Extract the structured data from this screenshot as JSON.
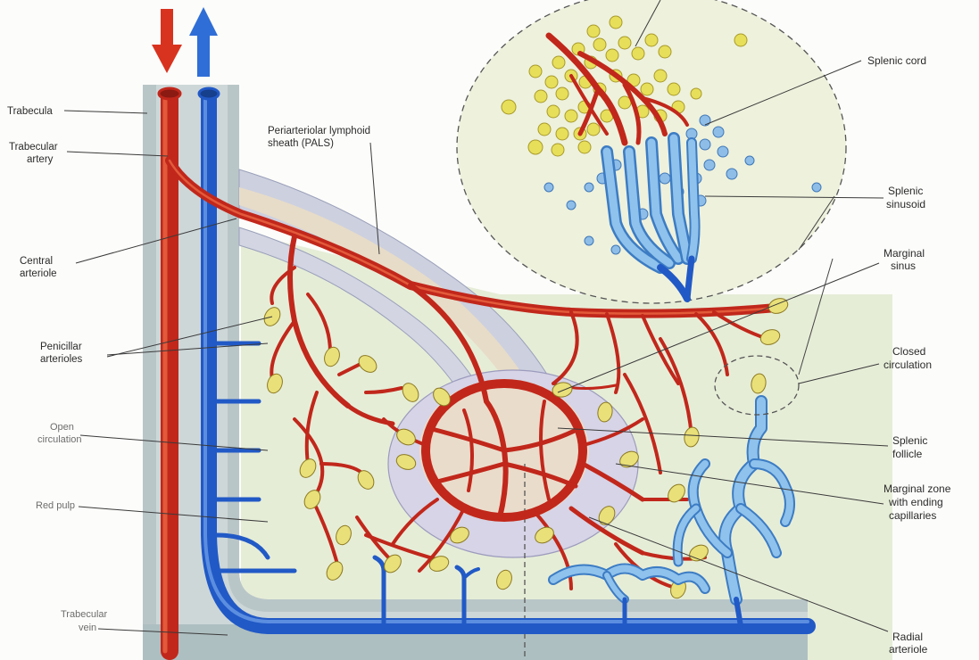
{
  "labels": {
    "trabecula": "Trabecula",
    "trabecular_artery_1": "Trabecular",
    "trabecular_artery_2": "artery",
    "pals_1": "Periarteriolar lymphoid",
    "pals_2": "sheath (PALS)",
    "central_arteriole_1": "Central",
    "central_arteriole_2": "arteriole",
    "penicillar_1": "Penicillar",
    "penicillar_2": "arterioles",
    "open_circ_1": "Open",
    "open_circ_2": "circulation",
    "red_pulp": "Red pulp",
    "trabecular_vein_1": "Trabecular",
    "trabecular_vein_2": "vein",
    "splenic_cord": "Splenic cord",
    "splenic_sinusoid_1": "Splenic",
    "splenic_sinusoid_2": "sinusoid",
    "marginal_sinus_1": "Marginal",
    "marginal_sinus_2": "sinus",
    "closed_circ_1": "Closed",
    "closed_circ_2": "circulation",
    "splenic_follicle_1": "Splenic",
    "splenic_follicle_2": "follicle",
    "marginal_zone_1": "Marginal zone",
    "marginal_zone_2": "with ending",
    "marginal_zone_3": "capillaries",
    "radial_arteriole_1": "Radial",
    "radial_arteriole_2": "arteriole"
  },
  "colors": {
    "artery": "#c1271b",
    "vein": "#2159c6",
    "sinus": "#8fc2ec",
    "red_cell": "#e7df5a",
    "white_cell": "#7fb3e6",
    "pals": "#d8d9e6",
    "follicle": "#e8dcc9",
    "trabecula": "#b9c6c8"
  },
  "icons": {
    "arrow_in": "red-down-arrow-icon",
    "arrow_out": "blue-up-arrow-icon"
  }
}
